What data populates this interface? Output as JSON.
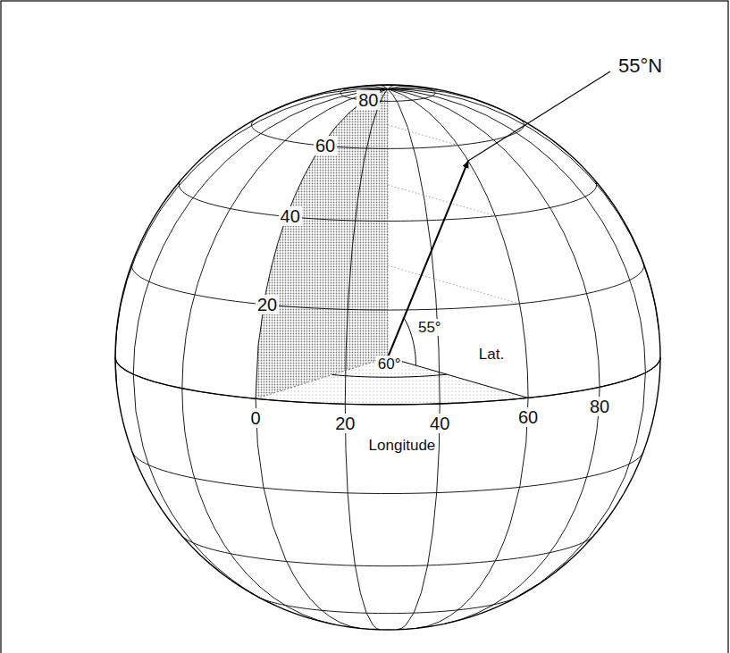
{
  "diagram": {
    "labels": [
      "80",
      "60",
      "40",
      "20",
      "55°N",
      "55°",
      "Lat.",
      "60°",
      "0",
      "20",
      "40",
      "60",
      "80",
      "Longitude"
    ]
  }
}
